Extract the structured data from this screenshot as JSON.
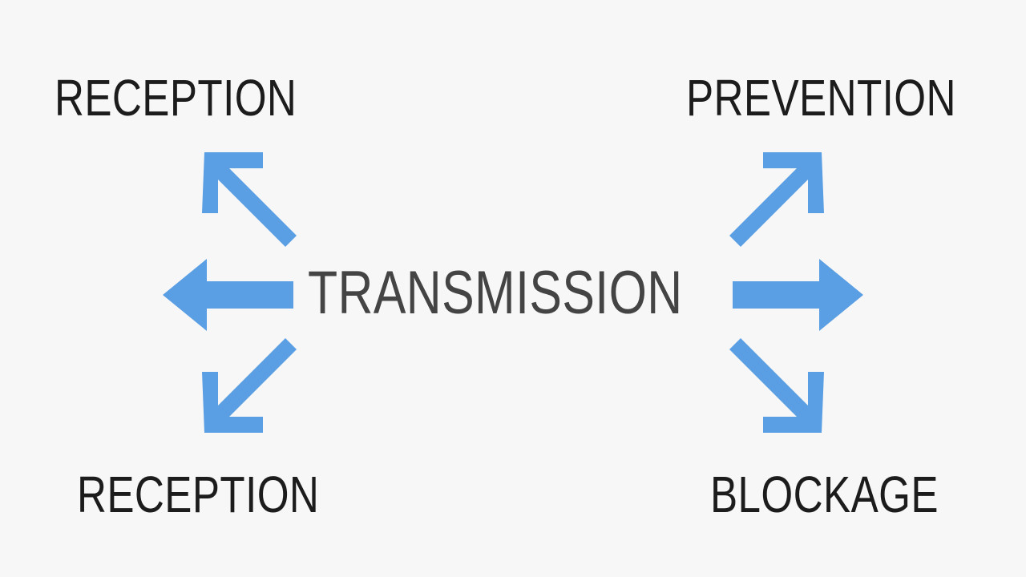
{
  "diagram": {
    "background_color": "#f7f7f7",
    "center": {
      "label": "TRANSMISSION",
      "color": "#444444"
    },
    "label_color": "#1c1c1c",
    "arrow_color": "#5a9ee3",
    "nodes": [
      {
        "id": "reception-top",
        "label": "RECEPTION",
        "position": "top-left"
      },
      {
        "id": "prevention",
        "label": "PREVENTION",
        "position": "top-right"
      },
      {
        "id": "reception-bottom",
        "label": "RECEPTION",
        "position": "bottom-left"
      },
      {
        "id": "blockage",
        "label": "BLOCKAGE",
        "position": "bottom-right"
      }
    ],
    "arrows": [
      {
        "id": "arrow-up-left",
        "icon": "arrow-up-left-icon",
        "direction": "up-left",
        "points_to": "reception-top"
      },
      {
        "id": "arrow-left",
        "icon": "arrow-left-icon",
        "direction": "left",
        "points_to": "reception"
      },
      {
        "id": "arrow-down-left",
        "icon": "arrow-down-left-icon",
        "direction": "down-left",
        "points_to": "reception-bottom"
      },
      {
        "id": "arrow-up-right",
        "icon": "arrow-up-right-icon",
        "direction": "up-right",
        "points_to": "prevention"
      },
      {
        "id": "arrow-right",
        "icon": "arrow-right-icon",
        "direction": "right",
        "points_to": "prevention-blockage"
      },
      {
        "id": "arrow-down-right",
        "icon": "arrow-down-right-icon",
        "direction": "down-right",
        "points_to": "blockage"
      }
    ]
  }
}
